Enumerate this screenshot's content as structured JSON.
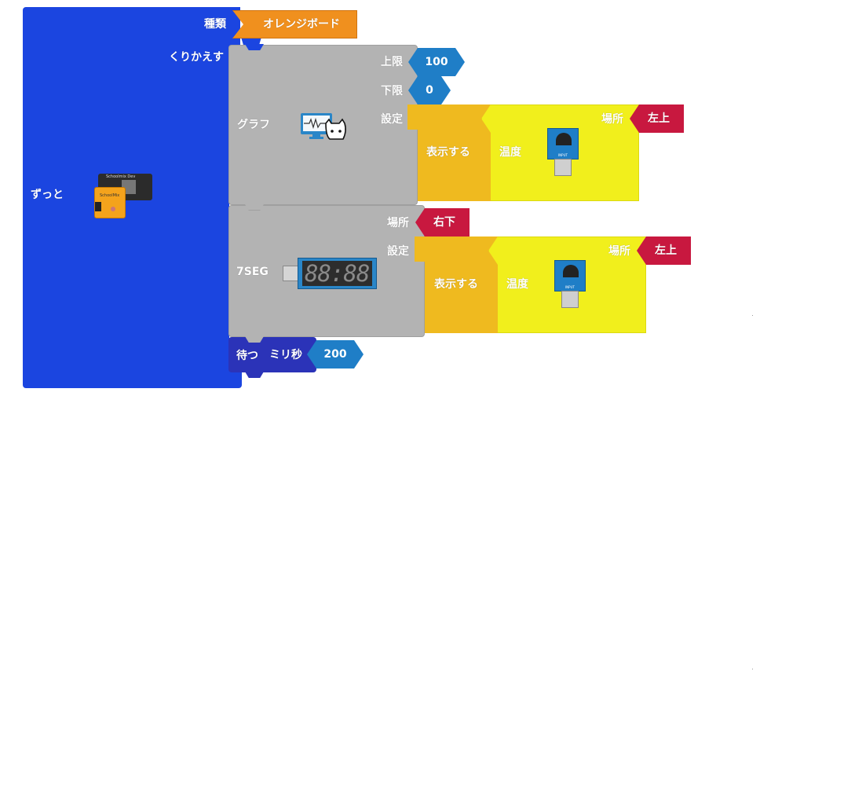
{
  "colors": {
    "forever_block": "#1b45e0",
    "board_select": "#f0901e",
    "graph_block": "#b3b3b3",
    "number": "#1f7ec7",
    "display_block": "#efba1f",
    "sensor_block": "#f1ef1c",
    "position": "#c8183f",
    "wait_block": "#2b33b8"
  },
  "forever": {
    "label": "ずっと",
    "type_label": "種類",
    "board_value": "オレンジボード",
    "repeat_label": "くりかえす"
  },
  "graph": {
    "label": "グラフ",
    "upper_label": "上限",
    "upper_value": "100",
    "lower_label": "下限",
    "lower_value": "0",
    "setting_label": "設定",
    "display_label": "表示する",
    "sensor_label": "温度",
    "place_label": "場所",
    "place_value": "左上"
  },
  "seg": {
    "label": "7SEG",
    "place_label": "場所",
    "place_value": "右下",
    "setting_label": "設定",
    "display_label": "表示する",
    "sensor_label": "温度",
    "sensor_place_label": "場所",
    "sensor_place_value": "左上",
    "digits": "88:88"
  },
  "wait": {
    "label": "待つ",
    "unit_label": "ミリ秒",
    "value": "200"
  },
  "board_image": {
    "top_text": "Schoolmix Dev",
    "bottom_text": "SchoolMix"
  },
  "sensor_chip_text": "INPUT"
}
